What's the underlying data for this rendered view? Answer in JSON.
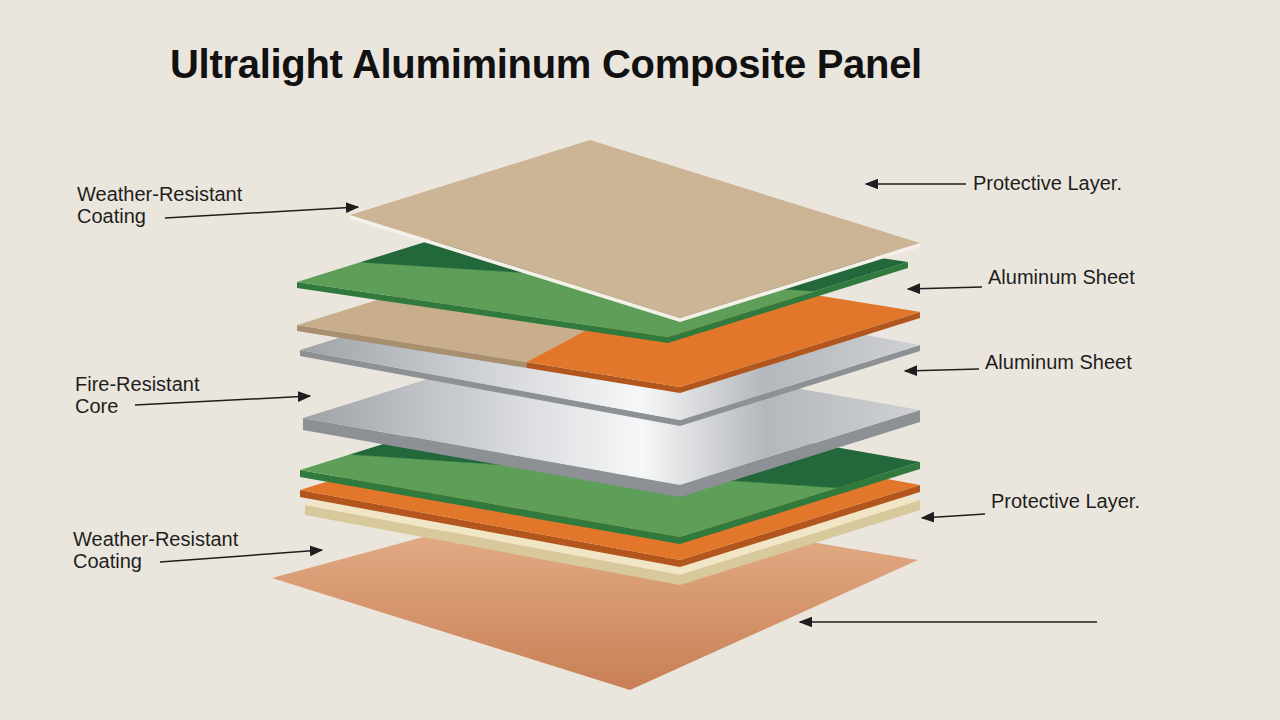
{
  "diagram": {
    "title": "Ultralight Alumiminum Composite Panel",
    "labels": [
      "Weather-Resistant Coating",
      "Protective Layer.",
      "Aluminum Sheet",
      "Aluminum Sheet",
      "Fire-Resistant Core",
      "Protective Layer.",
      "Weather-Resistant Coating"
    ]
  }
}
